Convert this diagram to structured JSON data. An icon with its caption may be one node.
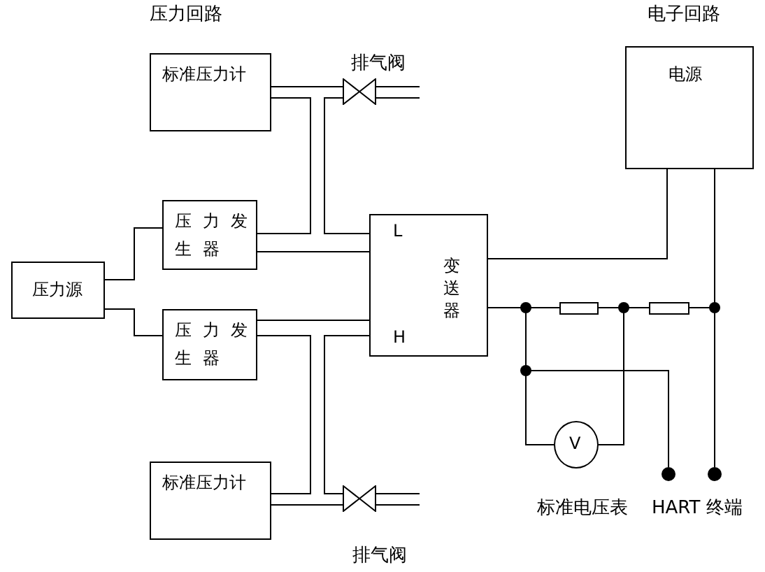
{
  "diagram": {
    "nodes": [
      {
        "text": [
          "压力源"
        ]
      },
      {
        "text": [
          "压力发生器"
        ]
      },
      {
        "text": [
          "压力发生器"
        ]
      },
      {
        "text": [
          "标准压力计"
        ]
      },
      {
        "text": [],
        "shape": "valve",
        "beside": [
          "排气阀"
        ]
      },
      {
        "text": [
          "L",
          "变送器",
          "H"
        ]
      },
      {
        "text": [
          "标准压力计"
        ]
      },
      {
        "text": [],
        "shape": "valve",
        "beside": [
          "排气阀"
        ]
      },
      {
        "text": [
          "电源"
        ]
      },
      {
        "text": [],
        "shape": "box"
      },
      {
        "text": [],
        "shape": "box"
      },
      {
        "text": [
          "V"
        ],
        "beside": [
          "标准电压表"
        ]
      },
      {
        "text": [],
        "shape": "dot"
      },
      {
        "text": [],
        "shape": "dot"
      }
    ],
    "edges": [
      {
        "from": 0,
        "to": 1,
        "arrow": "none"
      },
      {
        "from": 0,
        "to": 2,
        "arrow": "none"
      },
      {
        "from": 1,
        "to": 5,
        "arrow": "none"
      },
      {
        "from": 1,
        "to": 3,
        "arrow": "none"
      },
      {
        "from": 3,
        "to": 4,
        "arrow": "none"
      },
      {
        "from": 4,
        "to": 5,
        "arrow": "none"
      },
      {
        "from": 2,
        "to": 5,
        "arrow": "none"
      },
      {
        "from": 2,
        "to": 6,
        "arrow": "none"
      },
      {
        "from": 6,
        "to": 7,
        "arrow": "none"
      },
      {
        "from": 5,
        "to": 7,
        "arrow": "none"
      },
      {
        "from": 5,
        "to": 8,
        "arrow": "none"
      },
      {
        "from": 5,
        "to": 9,
        "arrow": "none"
      },
      {
        "from": 9,
        "to": 10,
        "arrow": "none"
      },
      {
        "from": 10,
        "to": 8,
        "arrow": "none"
      },
      {
        "from": 8,
        "to": 13,
        "arrow": "none"
      },
      {
        "from": 5,
        "to": 11,
        "arrow": "none"
      },
      {
        "from": 9,
        "to": 11,
        "arrow": "none"
      },
      {
        "from": 5,
        "to": 12,
        "arrow": "none"
      }
    ],
    "labels": [
      "压力回路",
      "电子回路",
      "HART 终端"
    ]
  }
}
